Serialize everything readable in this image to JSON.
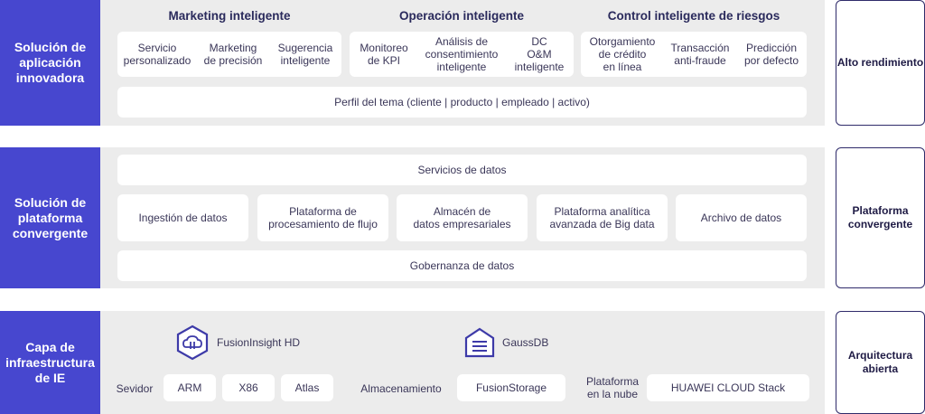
{
  "layers": {
    "application": {
      "title": "Solución de aplicación innovadora",
      "right_label": "Alto rendimiento",
      "groups": [
        {
          "heading": "Marketing inteligente",
          "items": [
            "Servicio\npersonalizado",
            "Marketing\nde precisión",
            "Sugerencia\ninteligente"
          ]
        },
        {
          "heading": "Operación inteligente",
          "items": [
            "Monitoreo\nde KPI",
            "Análisis de\nconsentimiento\ninteligente",
            "DC\nO&M\ninteligente"
          ]
        },
        {
          "heading": "Control inteligente de riesgos",
          "items": [
            "Otorgamiento\nde crédito\nen línea",
            "Transacción\nanti-fraude",
            "Predicción\npor defecto"
          ]
        }
      ],
      "profile": "Perfil del tema (cliente | producto | empleado | activo)"
    },
    "platform": {
      "title": "Solución de plataforma convergente",
      "right_label": "Plataforma convergente",
      "top": "Servicios de datos",
      "middle": [
        "Ingestión de datos",
        "Plataforma de\nprocesamiento de flujo",
        "Almacén de\ndatos empresariales",
        "Plataforma analítica\navanzada de Big data",
        "Archivo de datos"
      ],
      "bottom": "Gobernanza de datos"
    },
    "infrastructure": {
      "title": "Capa de infraestructura de IE",
      "right_label": "Arquitectura abierta",
      "fusioninsight": "FusionInsight HD",
      "gaussdb": "GaussDB",
      "server_label": "Sevidor",
      "servers": [
        "ARM",
        "X86",
        "Atlas"
      ],
      "storage_label": "Almacenamiento",
      "storage": "FusionStorage",
      "cloud_label": "Plataforma\nen la nube",
      "cloud": "HUAWEI CLOUD Stack"
    }
  },
  "colors": {
    "side": "#4747cf",
    "panel": "#ececec",
    "border": "#2f2b6a"
  },
  "icons": {
    "fusioninsight": "fusioninsight-hex-icon",
    "gaussdb": "gaussdb-house-icon"
  }
}
